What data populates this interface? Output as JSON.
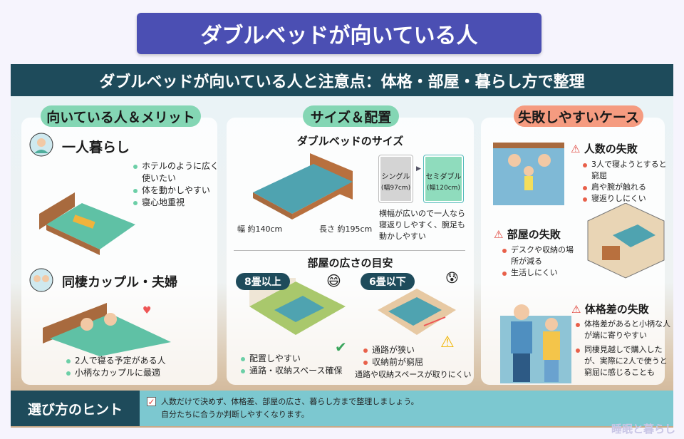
{
  "title": "ダブルベッドが向いている人",
  "banner": "ダブルベッドが向いている人と注意点：体格・部屋・暮らし方で整理",
  "left": {
    "header": "向いている人＆メリット",
    "single": {
      "title": "一人暮らし",
      "points": [
        "ホテルのように広く使いたい",
        "体を動かしやすい",
        "寝心地重視"
      ]
    },
    "couple": {
      "title": "同棲カップル・夫婦",
      "points": [
        "2人で寝る予定がある人",
        "小柄なカップルに最適"
      ]
    }
  },
  "middle": {
    "header": "サイズ＆配置",
    "size_title": "ダブルベッドのサイズ",
    "width_label": "幅 約140cm",
    "length_label": "長さ 約195cm",
    "single_label": "シングル",
    "single_width": "(幅97cm)",
    "semi_label": "セミダブル",
    "semi_width": "(幅120cm)",
    "size_note": "横幅が広いので一人なら寝返りしやすく、腕足も動かしやすい",
    "room_title": "部屋の広さの目安",
    "large": {
      "badge": "8畳以上",
      "points": [
        "配置しやすい",
        "通路・収納スペース確保"
      ]
    },
    "small": {
      "badge": "6畳以下",
      "points": [
        "通路が狭い",
        "収納前が窮屈"
      ],
      "note": "通路や収納スペースが取りにくい"
    }
  },
  "right": {
    "header": "失敗しやすいケース",
    "people": {
      "title": "人数の失敗",
      "points": [
        "3人で寝ようとすると窮屈",
        "肩や腕が触れる",
        "寝返りしにくい"
      ]
    },
    "room": {
      "title": "部屋の失敗",
      "points": [
        "デスクや収納の場所が減る",
        "生活しにくい"
      ]
    },
    "body": {
      "title": "体格差の失敗",
      "points": [
        "体格差があると小柄な人が端に寄りやすい",
        "同棲見越しで購入したが、実際に2人で使うと窮屈に感じることも"
      ]
    }
  },
  "hint": {
    "label": "選び方のヒント",
    "line1": "人数だけで決めず、体格差、部屋の広さ、暮らし方まで整理しましょう。",
    "line2": "自分たちに合うか判断しやすくなります。"
  },
  "watermark": "睡眠と暮らし",
  "colors": {
    "title": "#4b4fb3",
    "banner": "#1e4b5b",
    "green": "#84d6b4",
    "salmon": "#f59b80",
    "hint": "#7cc8d0"
  }
}
